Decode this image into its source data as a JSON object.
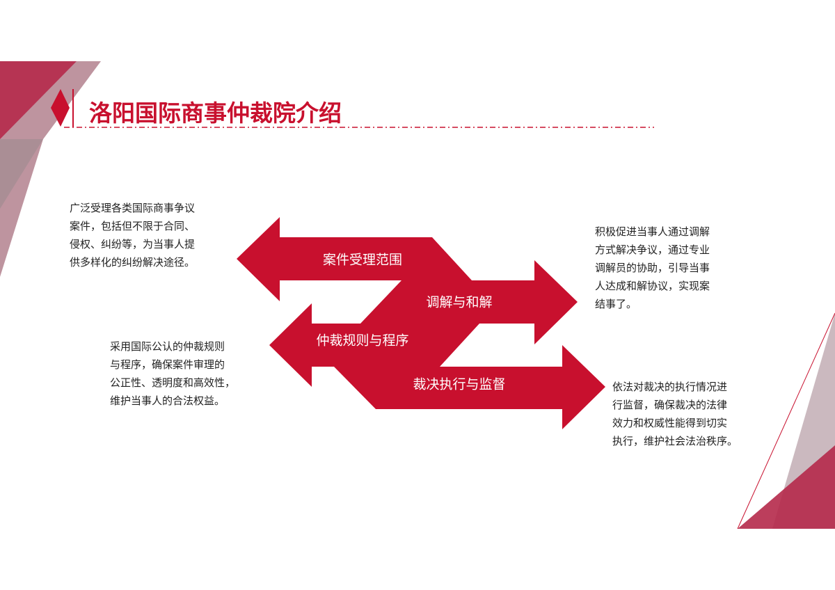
{
  "title": "洛阳国际商事仲裁院介绍",
  "colors": {
    "accent": "#c8102e",
    "text": "#222222"
  },
  "arrows": [
    {
      "label": "案件受理范围",
      "direction": "left"
    },
    {
      "label": "调解与和解",
      "direction": "right"
    },
    {
      "label": "仲裁规则与程序",
      "direction": "left"
    },
    {
      "label": "裁决执行与监督",
      "direction": "right"
    }
  ],
  "descriptions": {
    "case_scope": [
      "广泛受理各类国际商事争议",
      "案件，包括但不限于合同、",
      "侵权、纠纷等，为当事人提",
      "供多样化的纠纷解决途径。"
    ],
    "mediation": [
      "积极促进当事人通过调解",
      "方式解决争议，通过专业",
      "调解员的协助，引导当事",
      "人达成和解协议，实现案",
      "结事了。"
    ],
    "rules": [
      "采用国际公认的仲裁规则",
      "与程序，确保案件审理的",
      "公正性、透明度和高效性，",
      "维护当事人的合法权益。"
    ],
    "enforcement": [
      "依法对裁决的执行情况进",
      "行监督，确保裁决的法律",
      "效力和权威性能得到切实",
      "执行，维护社会法治秩序。"
    ]
  }
}
